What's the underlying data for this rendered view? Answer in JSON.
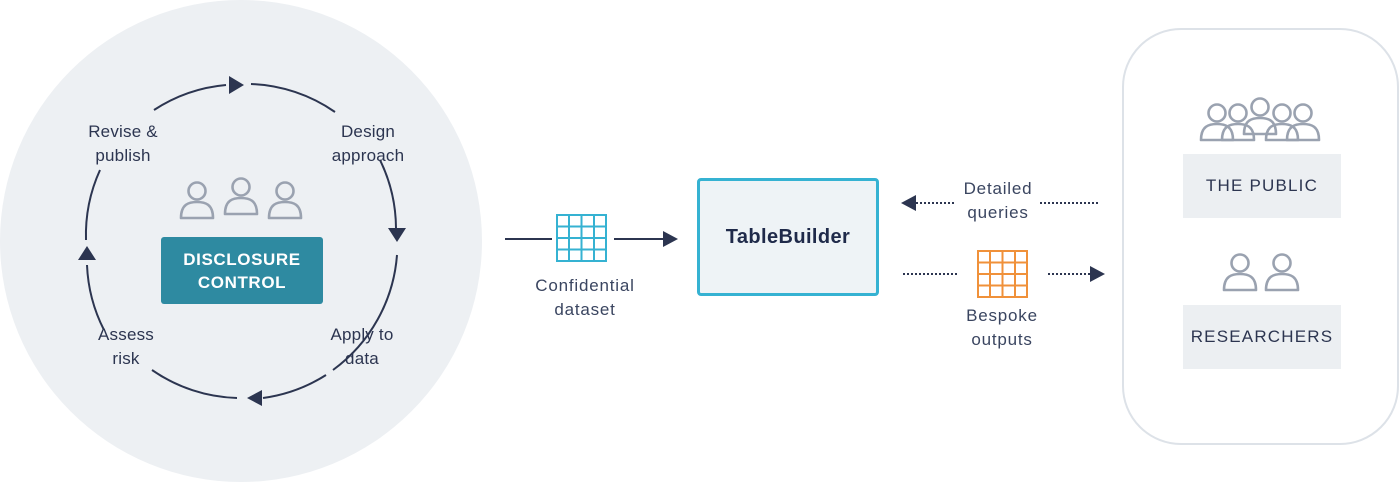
{
  "disclosure": {
    "badge": "DISCLOSURE\nCONTROL",
    "steps": [
      {
        "label": "Design\napproach"
      },
      {
        "label": "Apply to\ndata"
      },
      {
        "label": "Assess\nrisk"
      },
      {
        "label": "Revise &\npublish"
      }
    ]
  },
  "dataset_label": "Confidential\ndataset",
  "tablebuilder_label": "TableBuilder",
  "queries_label": "Detailed\nqueries",
  "outputs_label": "Bespoke\noutputs",
  "audience": {
    "public_label": "THE PUBLIC",
    "researchers_label": "RESEARCHERS"
  },
  "colors": {
    "circle_bg": "#edf0f3",
    "badge": "#2e8aa1",
    "navy": "#2c3550",
    "tablebuilder_border": "#35b2d2",
    "grid_blue": "#35b2d2",
    "grid_orange": "#f0913a",
    "person_icon": "#9aa2b0"
  },
  "icons": [
    "people-icon",
    "table-grid-icon",
    "arrow-icon"
  ]
}
